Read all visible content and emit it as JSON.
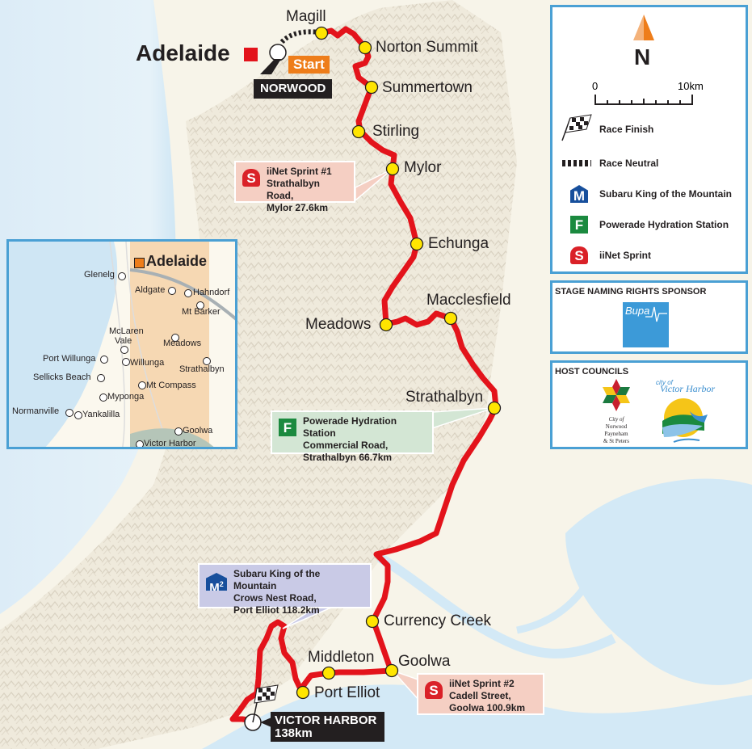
{
  "map": {
    "colors": {
      "route": "#e3131b",
      "town_marker": "#ffe500",
      "sea": "#d3e9f6",
      "land": "#f6f3e8",
      "panel_border": "#4aa0d4",
      "start_badge": "#ee7d1a",
      "sprint": "#da2128",
      "sprint_callout_bg": "#f5cfc3",
      "hydration": "#1b8a3f",
      "hydration_callout_bg": "#d3e6d4",
      "kom": "#174f9c",
      "kom_callout_bg": "#c9cae6"
    },
    "city": {
      "name": "Adelaide",
      "marker": "red-square"
    },
    "start": {
      "badge": "Start",
      "location": "NORWOOD"
    },
    "finish": {
      "line1": "VICTOR HARBOR",
      "line2": "138km"
    },
    "towns": [
      {
        "name": "Magill"
      },
      {
        "name": "Norton Summit"
      },
      {
        "name": "Summertown"
      },
      {
        "name": "Stirling"
      },
      {
        "name": "Mylor"
      },
      {
        "name": "Echunga"
      },
      {
        "name": "Meadows"
      },
      {
        "name": "Macclesfield"
      },
      {
        "name": "Strathalbyn"
      },
      {
        "name": "Currency Creek"
      },
      {
        "name": "Goolwa"
      },
      {
        "name": "Middleton"
      },
      {
        "name": "Port Elliot"
      }
    ],
    "callouts": {
      "sprint1": {
        "icon": "S",
        "line1": "iiNet Sprint #1",
        "line2": "Strathalbyn Road,",
        "line3": "Mylor  27.6km"
      },
      "hydration": {
        "icon": "F",
        "line1": "Powerade Hydration Station",
        "line2": "Commercial Road,",
        "line3": "Strathalbyn  66.7km"
      },
      "kom": {
        "icon": "M",
        "icon_sup": "2",
        "line1": "Subaru King of the Mountain",
        "line2": "Crows Nest Road,",
        "line3": "Port Elliot  118.2km"
      },
      "sprint2": {
        "icon": "S",
        "line1": "iiNet Sprint #2",
        "line2": "Cadell Street,",
        "line3": "Goolwa  100.9km"
      }
    }
  },
  "legend": {
    "north": "N",
    "scale": {
      "start": "0",
      "end": "10km"
    },
    "items": [
      {
        "icon": "checkered-flag",
        "label": "Race Finish"
      },
      {
        "icon": "dashed-line",
        "label": "Race Neutral"
      },
      {
        "icon": "M",
        "label": "Subaru King of the Mountain"
      },
      {
        "icon": "F",
        "label": "Powerade Hydration Station"
      },
      {
        "icon": "S",
        "label": "iiNet Sprint"
      }
    ]
  },
  "sponsor": {
    "title": "STAGE NAMING RIGHTS SPONSOR",
    "logo_text": "Bupa"
  },
  "host_councils": {
    "title": "HOST COUNCILS",
    "council1": {
      "line1": "City of",
      "line2": "Norwood",
      "line3": "Payneham",
      "line4": "& St Peters"
    },
    "council2": {
      "small": "city of",
      "name": "Victor Harbor"
    }
  },
  "inset": {
    "city": "Adelaide",
    "places": [
      {
        "name": "Glenelg"
      },
      {
        "name": "Aldgate"
      },
      {
        "name": "Hahndorf"
      },
      {
        "name": "Mt Barker"
      },
      {
        "name": "McLaren"
      },
      {
        "name": "Vale"
      },
      {
        "name": "Meadows"
      },
      {
        "name": "Port Willunga"
      },
      {
        "name": "Willunga"
      },
      {
        "name": "Strathalbyn"
      },
      {
        "name": "Sellicks Beach"
      },
      {
        "name": "Mt Compass"
      },
      {
        "name": "Myponga"
      },
      {
        "name": "Normanville"
      },
      {
        "name": "Yankalilla"
      },
      {
        "name": "Goolwa"
      },
      {
        "name": "Victor Harbor"
      }
    ]
  }
}
